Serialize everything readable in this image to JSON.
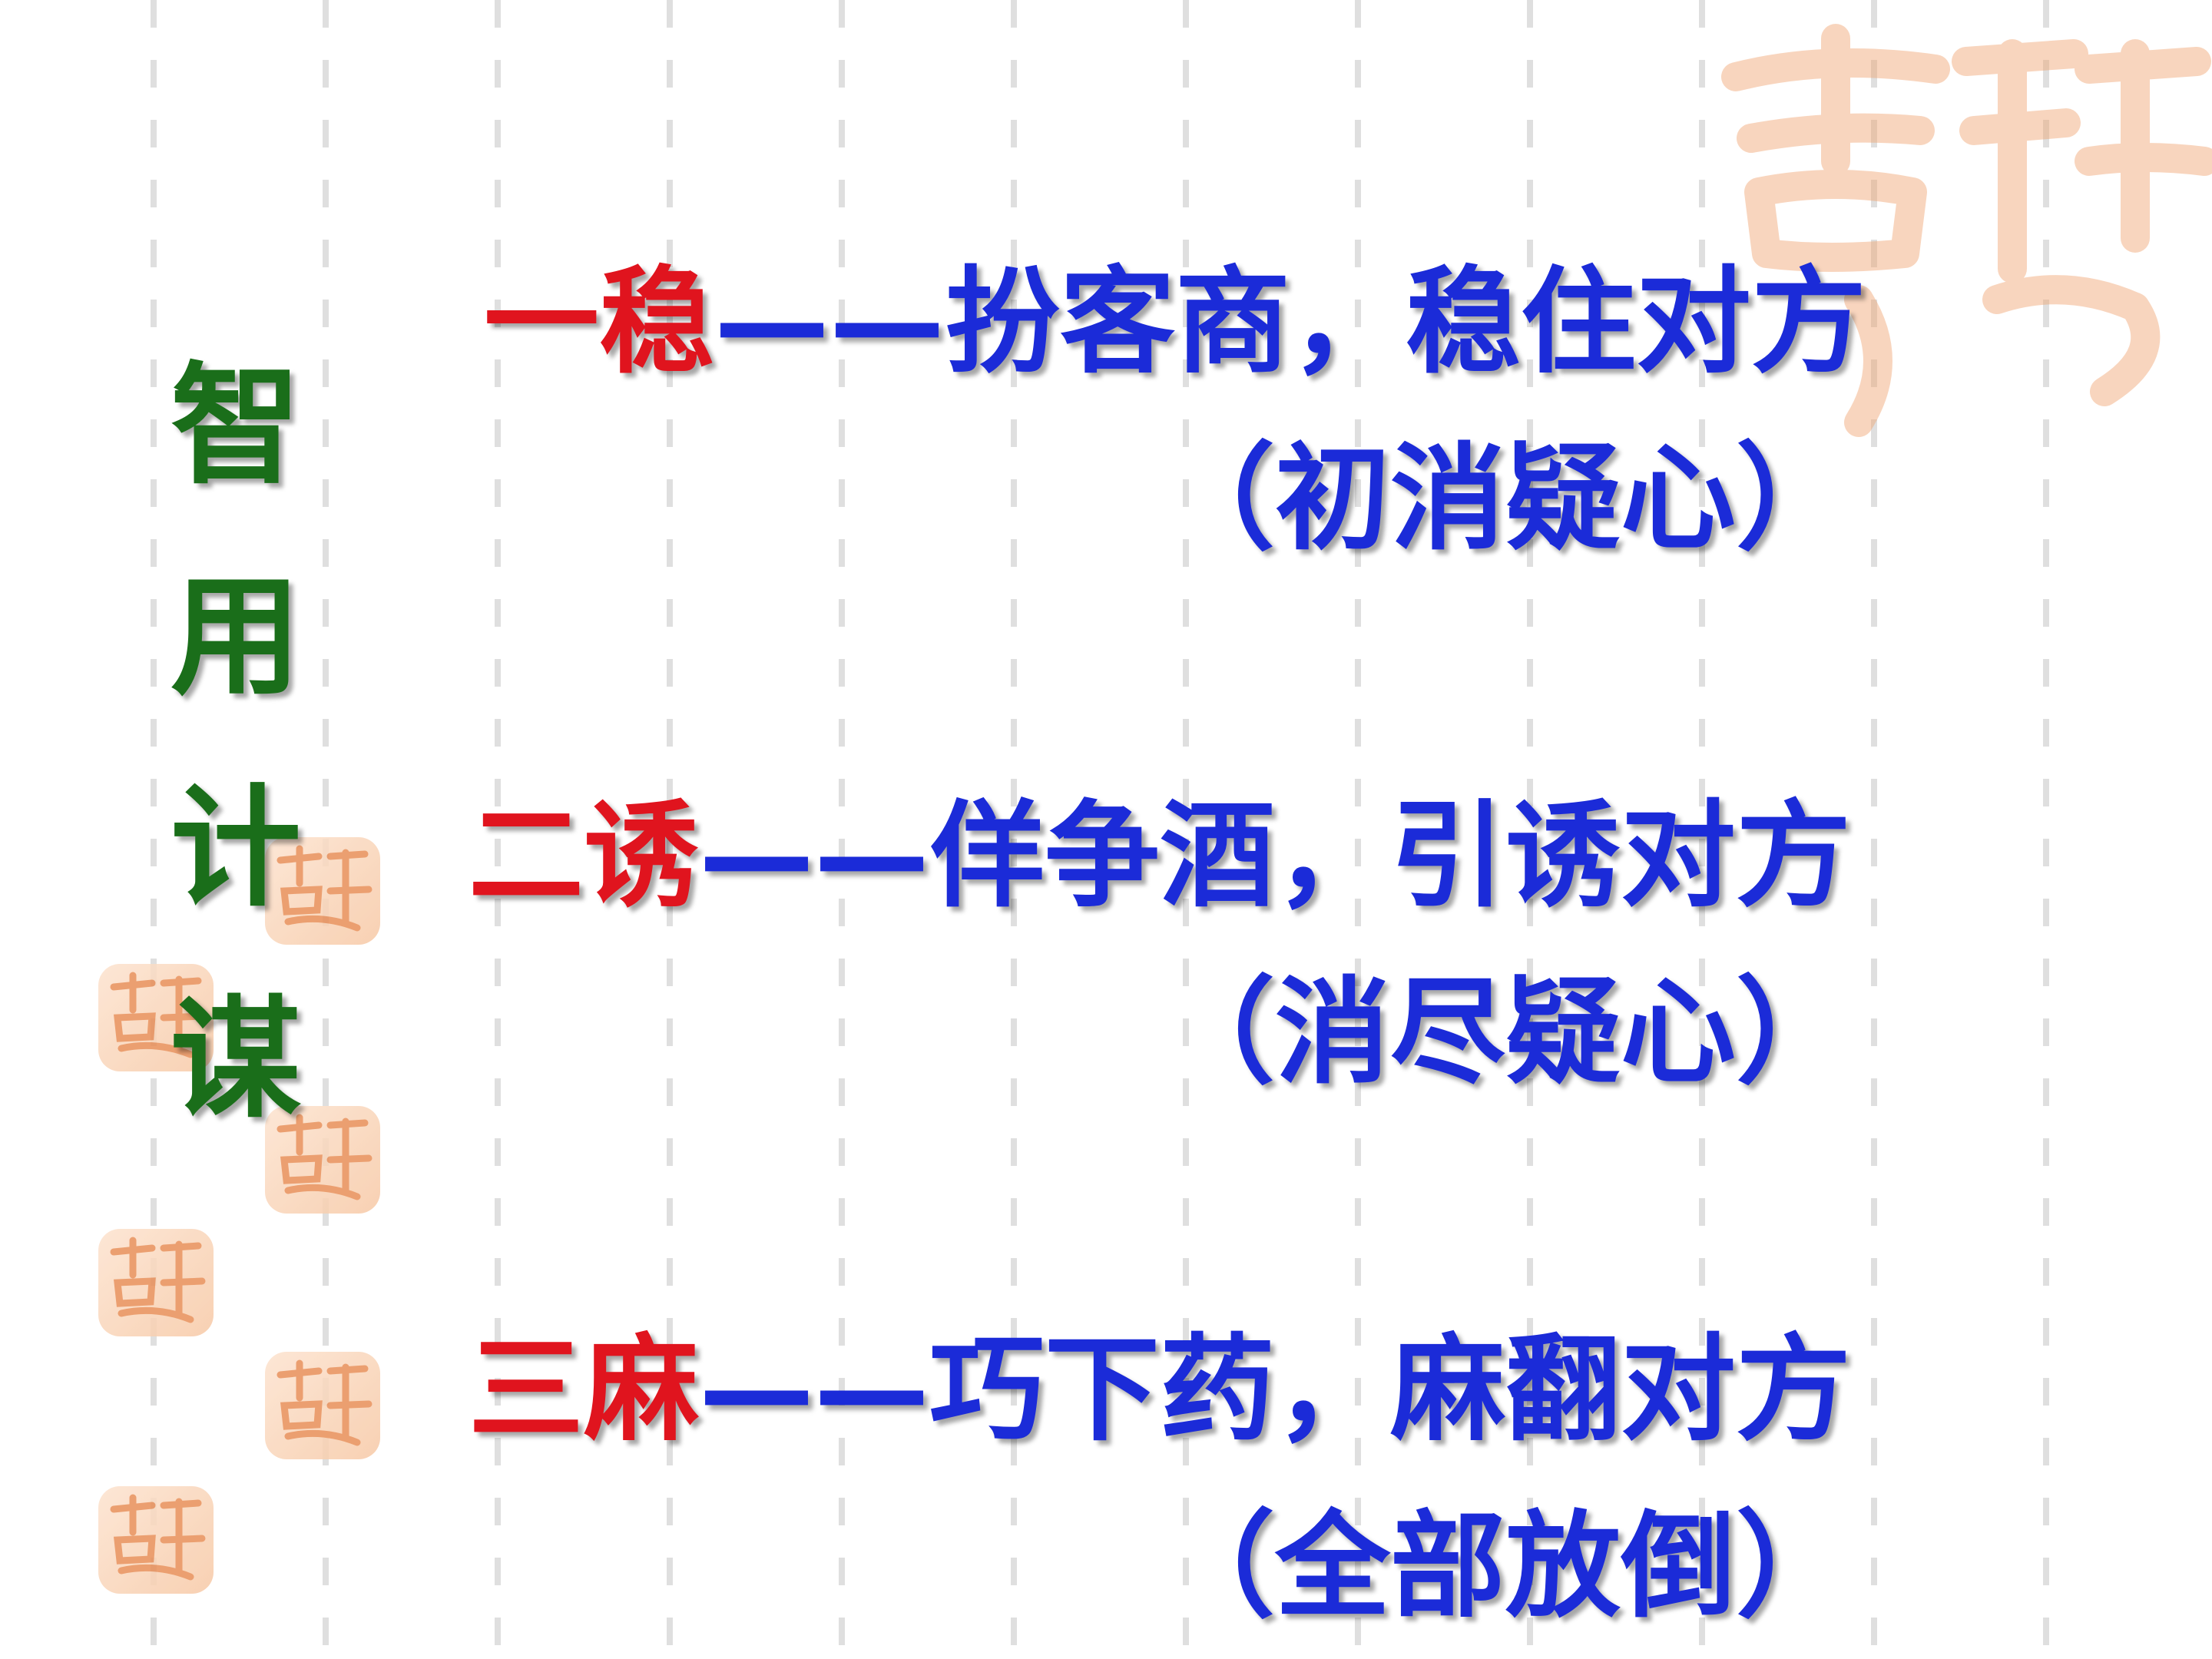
{
  "title_vertical": [
    "智",
    "用",
    "计",
    "谋"
  ],
  "steps": [
    {
      "num": "一稳",
      "rest": "——扮客商，稳住对方",
      "note": "（初消疑心）"
    },
    {
      "num": "二诱",
      "rest": "——佯争酒，引诱对方",
      "note": "（消尽疑心）"
    },
    {
      "num": "三麻",
      "rest": "——巧下药，麻翻对方",
      "note": "（全部放倒）"
    }
  ],
  "colors": {
    "title": "#1a6e1a",
    "number": "#e0141e",
    "body": "#1b2bd8"
  },
  "icons": [
    "seal-icon"
  ]
}
